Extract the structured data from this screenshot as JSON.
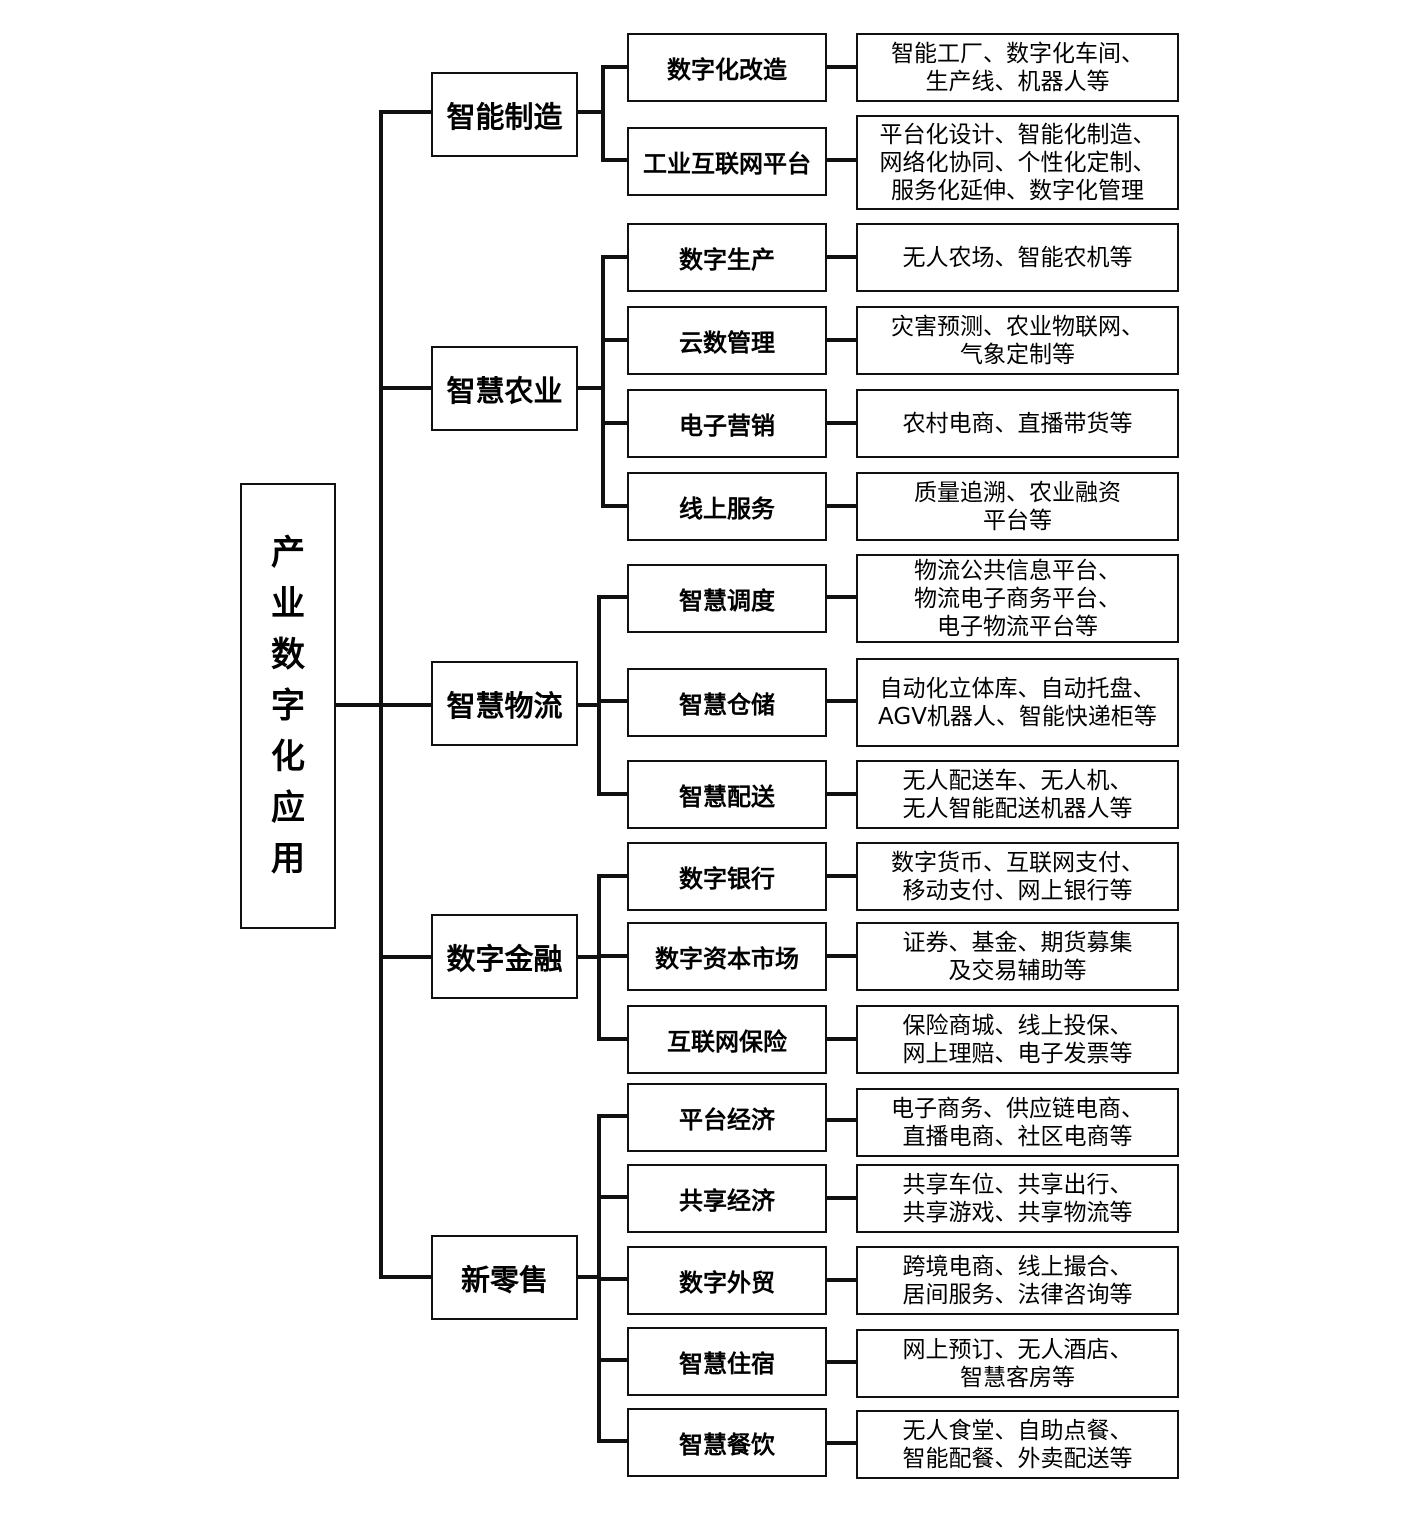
{
  "root": {
    "label": "产业数字化应用"
  },
  "colors": {
    "line": "#111111",
    "border": "#111111",
    "background": "#ffffff"
  },
  "categories": [
    {
      "label": "智能制造",
      "items": [
        {
          "label": "数字化改造",
          "examples": [
            "智能工厂、数字化车间、",
            "生产线、机器人等"
          ]
        },
        {
          "label": "工业互联网平台",
          "examples": [
            "平台化设计、智能化制造、",
            "网络化协同、个性化定制、",
            "服务化延伸、数字化管理"
          ]
        }
      ]
    },
    {
      "label": "智慧农业",
      "items": [
        {
          "label": "数字生产",
          "examples": [
            "无人农场、智能农机等"
          ]
        },
        {
          "label": "云数管理",
          "examples": [
            "灾害预测、农业物联网、",
            "气象定制等"
          ]
        },
        {
          "label": "电子营销",
          "examples": [
            "农村电商、直播带货等"
          ]
        },
        {
          "label": "线上服务",
          "examples": [
            "质量追溯、农业融资",
            "平台等"
          ]
        }
      ]
    },
    {
      "label": "智慧物流",
      "items": [
        {
          "label": "智慧调度",
          "examples": [
            "物流公共信息平台、",
            "物流电子商务平台、",
            "电子物流平台等"
          ]
        },
        {
          "label": "智慧仓储",
          "examples": [
            "自动化立体库、自动托盘、",
            "AGV机器人、智能快递柜等"
          ]
        },
        {
          "label": "智慧配送",
          "examples": [
            "无人配送车、无人机、",
            "无人智能配送机器人等"
          ]
        }
      ]
    },
    {
      "label": "数字金融",
      "items": [
        {
          "label": "数字银行",
          "examples": [
            "数字货币、互联网支付、",
            "移动支付、网上银行等"
          ]
        },
        {
          "label": "数字资本市场",
          "examples": [
            "证券、基金、期货募集",
            "及交易辅助等"
          ]
        },
        {
          "label": "互联网保险",
          "examples": [
            "保险商城、线上投保、",
            "网上理赔、电子发票等"
          ]
        }
      ]
    },
    {
      "label": "新零售",
      "items": [
        {
          "label": "平台经济",
          "examples": [
            "电子商务、供应链电商、",
            "直播电商、社区电商等"
          ]
        },
        {
          "label": "共享经济",
          "examples": [
            "共享车位、共享出行、",
            "共享游戏、共享物流等"
          ]
        },
        {
          "label": "数字外贸",
          "examples": [
            "跨境电商、线上撮合、",
            "居间服务、法律咨询等"
          ]
        },
        {
          "label": "智慧住宿",
          "examples": [
            "网上预订、无人酒店、",
            "智慧客房等"
          ]
        },
        {
          "label": "智慧餐饮",
          "examples": [
            "无人食堂、自助点餐、",
            "智能配餐、外卖配送等"
          ]
        }
      ]
    }
  ]
}
